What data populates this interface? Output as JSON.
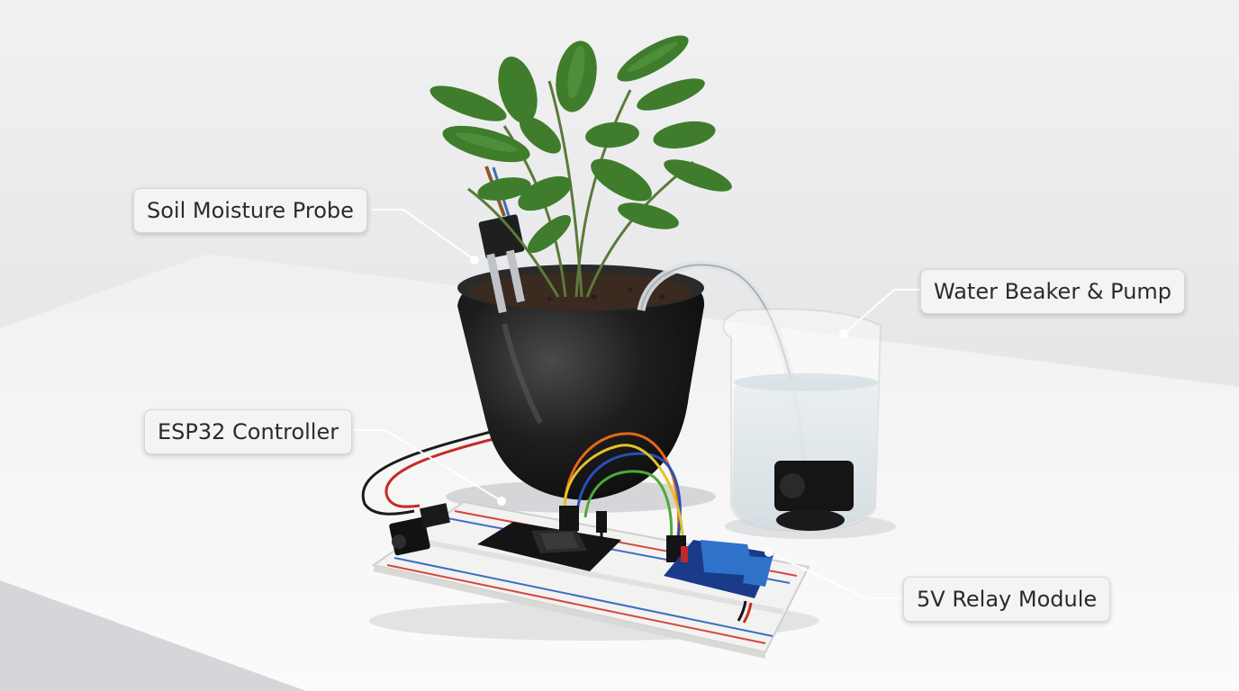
{
  "labels": {
    "soil_probe": "Soil Moisture Probe",
    "esp32": "ESP32 Controller",
    "water_pump": "Water Beaker & Pump",
    "relay": "5V Relay Module"
  },
  "colors": {
    "background": "#e9eaec",
    "table": "#f3f3f4",
    "pot": "#1a1a1a",
    "leaf": "#3f7d2c",
    "relay_blue": "#2f72c9",
    "callout_bg": "#f4f4f5",
    "leader_line": "#ffffff"
  },
  "icons": [
    "plant-photo",
    "pot",
    "breadboard",
    "esp32-board",
    "relay-module",
    "beaker",
    "pump",
    "dc-jack"
  ]
}
